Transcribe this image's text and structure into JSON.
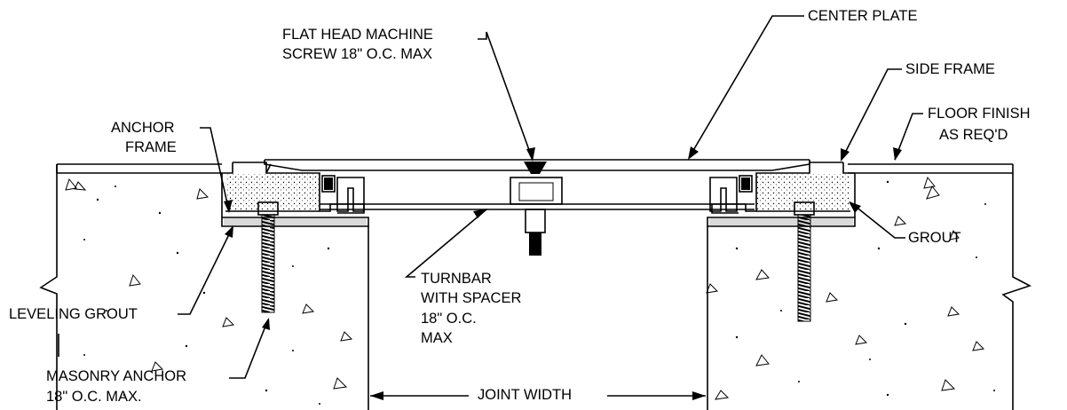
{
  "labels": {
    "flat_head_screw_1": "FLAT HEAD MACHINE",
    "flat_head_screw_2": "SCREW 18\" O.C. MAX",
    "center_plate": "CENTER PLATE",
    "side_frame": "SIDE FRAME",
    "anchor_frame_1": "ANCHOR",
    "anchor_frame_2": "FRAME",
    "floor_finish_1": "FLOOR FINISH",
    "floor_finish_2": "AS REQ'D",
    "grout": "GROUT",
    "turnbar_1": "TURNBAR",
    "turnbar_2": "WITH SPACER",
    "turnbar_3": "18\" O.C.",
    "turnbar_4": "MAX",
    "leveling_grout": "LEVELING GROUT",
    "masonry_anchor_1": "MASONRY ANCHOR",
    "masonry_anchor_2": "18\"  O.C. MAX.",
    "joint_width": "JOINT WIDTH"
  },
  "colors": {
    "line": "#000000",
    "background": "#ffffff",
    "grout_fill": "#d9d9d9"
  }
}
